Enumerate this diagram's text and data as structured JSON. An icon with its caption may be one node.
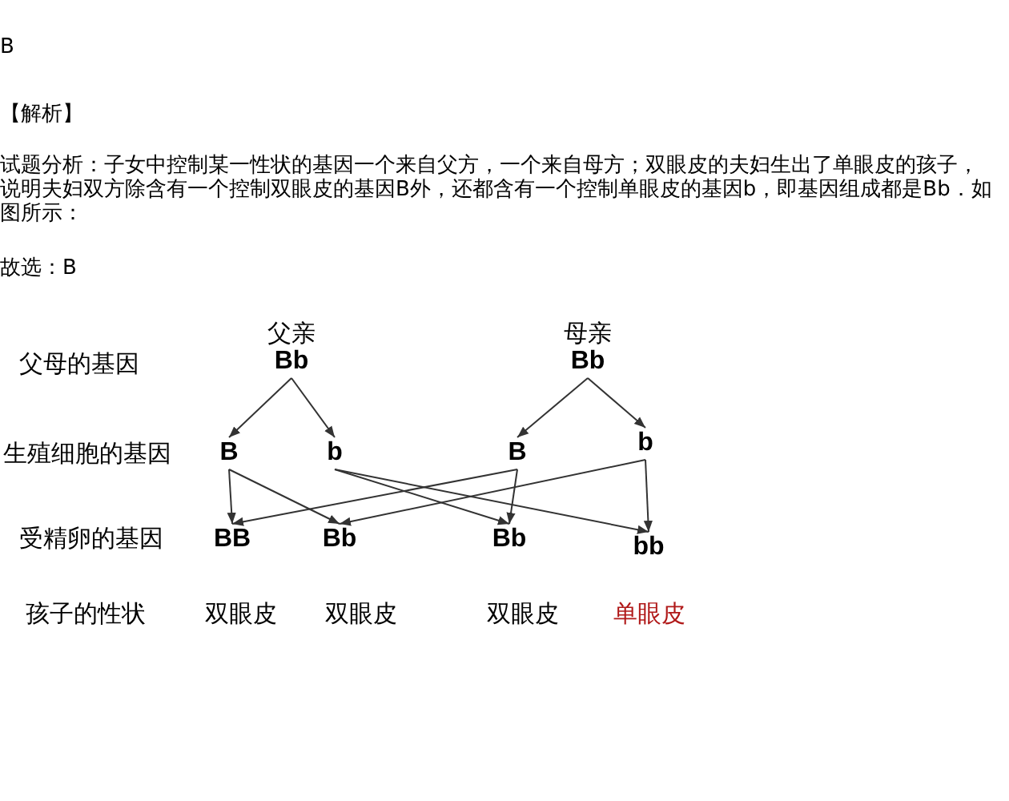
{
  "diagram": {
    "nodes": [
      {
        "text": [
          "父亲",
          "Bb"
        ]
      },
      {
        "text": [
          "母亲",
          "Bb"
        ]
      },
      {
        "text": [
          "B"
        ]
      },
      {
        "text": [
          "b"
        ]
      },
      {
        "text": [
          "B"
        ]
      },
      {
        "text": [
          "b"
        ]
      },
      {
        "text": [
          "BB"
        ]
      },
      {
        "text": [
          "Bb"
        ]
      },
      {
        "text": [
          "Bb"
        ]
      },
      {
        "text": [
          "bb"
        ]
      }
    ],
    "edges": [
      {
        "from": 0,
        "to": 2,
        "arrow": "to"
      },
      {
        "from": 0,
        "to": 3,
        "arrow": "to"
      },
      {
        "from": 1,
        "to": 4,
        "arrow": "to"
      },
      {
        "from": 1,
        "to": 5,
        "arrow": "to"
      },
      {
        "from": 2,
        "to": 6,
        "arrow": "to"
      },
      {
        "from": 2,
        "to": 7,
        "arrow": "to"
      },
      {
        "from": 3,
        "to": 8,
        "arrow": "to"
      },
      {
        "from": 3,
        "to": 9,
        "arrow": "to"
      },
      {
        "from": 4,
        "to": 6,
        "arrow": "to"
      },
      {
        "from": 4,
        "to": 8,
        "arrow": "to"
      },
      {
        "from": 5,
        "to": 7,
        "arrow": "to"
      },
      {
        "from": 5,
        "to": 9,
        "arrow": "to"
      }
    ],
    "labels": [
      "B",
      "【解析】",
      "试题分析：子女中控制某一性状的基因一个来自父方，一个来自母方；双眼皮的夫妇生出了单眼皮的孩子，说明夫妇双方除含有一个控制双眼皮的基因B外，还都含有一个控制单眼皮的基因b，即基因组成都是Bb．如图所示：",
      "故选：B",
      "父母的基因",
      "生殖细胞的基因",
      "受精卵的基因",
      "孩子的性状",
      "双眼皮",
      "双眼皮",
      "双眼皮",
      "单眼皮"
    ]
  }
}
